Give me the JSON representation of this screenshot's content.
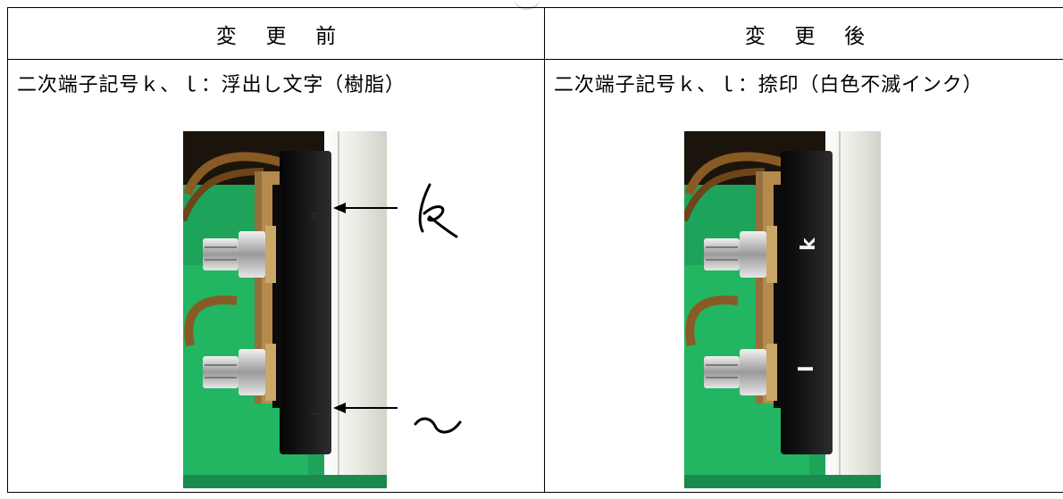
{
  "table": {
    "headers": [
      "変 更 前",
      "変 更 後"
    ],
    "before": {
      "caption": "二次端子記号ｋ、ｌ：浮出し文字（樹脂）",
      "annotations": [
        "k",
        "l"
      ]
    },
    "after": {
      "caption": "二次端子記号ｋ、ｌ：捺印（白色不滅インク）",
      "annotations": [
        "k",
        "l"
      ]
    }
  },
  "colors": {
    "terminal_block": "#141414",
    "green_background": "#1ea35a",
    "panel_white": "#eef0ea",
    "brass_plate": "#b48a4e",
    "copper_lead": "#8a5a24",
    "arrow": "#000000"
  }
}
